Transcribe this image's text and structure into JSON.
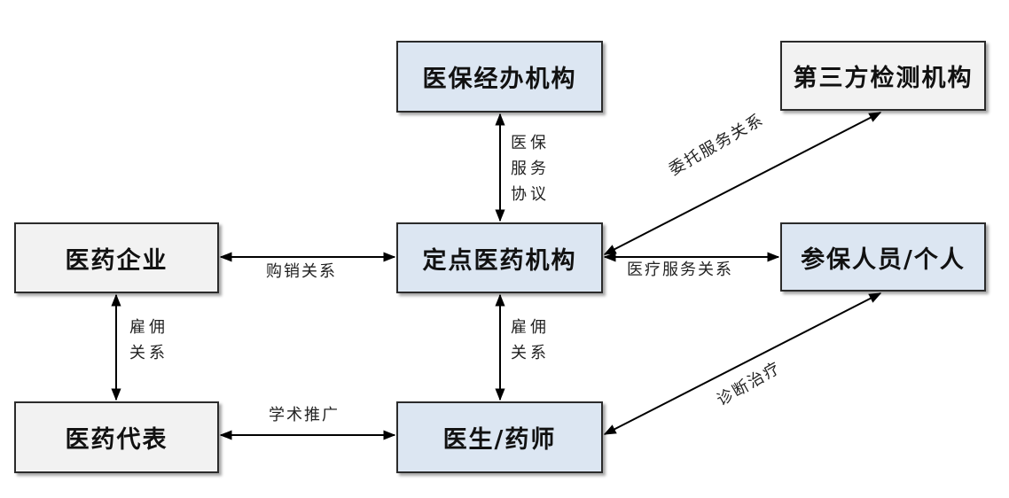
{
  "nodes": {
    "insurance_agency": "医保经办机构",
    "third_party": "第三方检测机构",
    "pharma_company": "医药企业",
    "designated_institution": "定点医药机构",
    "insured_person": "参保人员/个人",
    "pharma_rep": "医药代表",
    "doctor_pharmacist": "医生/药师"
  },
  "edges": {
    "insurance_protocol": "医保\n服务\n协议",
    "purchase_sales": "购销关系",
    "medical_service": "医疗服务关系",
    "entrust_service": "委托服务关系",
    "employment_left": "雇佣\n关系",
    "employment_center": "雇佣\n关系",
    "academic_promotion": "学术推广",
    "diagnosis_treatment": "诊断治疗"
  },
  "colors": {
    "blue_box": "#dce6f2",
    "gray_box": "#f2f2f2",
    "line": "#000000"
  }
}
